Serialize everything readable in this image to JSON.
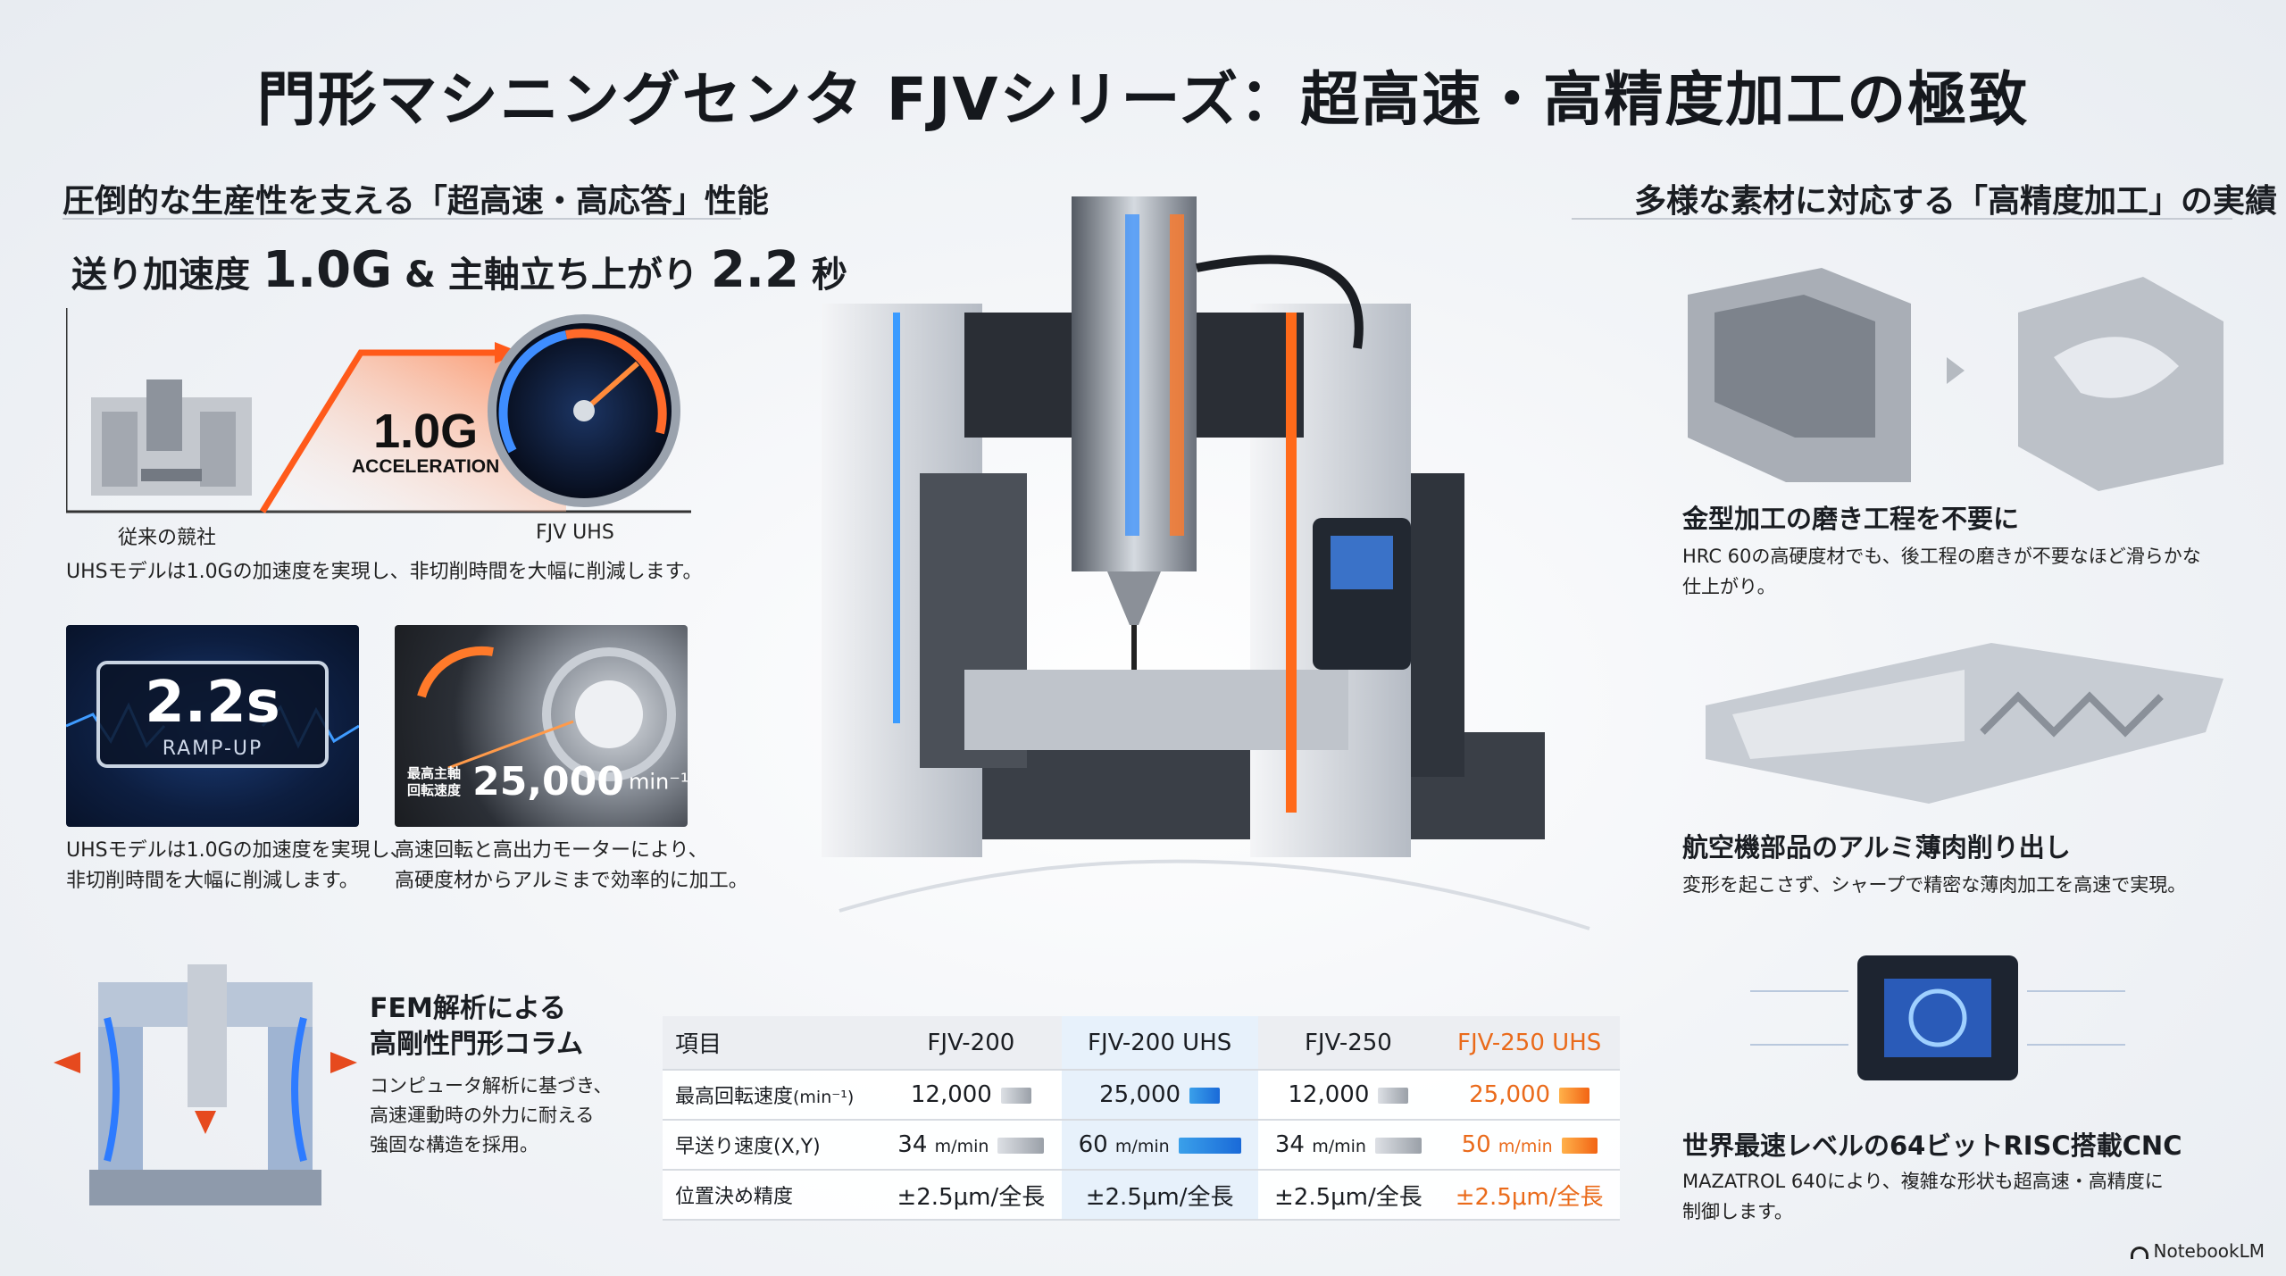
{
  "title": "門形マシニングセンタ FJVシリーズ：超高速・高精度加工の極致",
  "left": {
    "heading": "圧倒的な生産性を支える「超高速・高応答」性能",
    "feature_prefix": "送り加速度",
    "feature_value1": "1.0G",
    "feature_amp": "&",
    "feature_mid": "主軸立ち上がり",
    "feature_value2": "2.2",
    "feature_suffix": "秒",
    "accel_value": "1.0G",
    "accel_label": "ACCELERATION",
    "old_machine_label": "従来の競社",
    "new_machine_label": "FJV UHS",
    "accel_desc": "UHSモデルは1.0Gの加速度を実現し、非切削時間を大幅に削減します。",
    "ramp_value": "2.2s",
    "ramp_label": "RAMP-UP",
    "rpm_small_1": "最高主軸",
    "rpm_small_2": "回転速度",
    "rpm_value": "25,000",
    "rpm_unit": "min⁻¹",
    "ramp_desc_1": "UHSモデルは1.0Gの加速度を実現し、",
    "ramp_desc_2": "非切削時間を大幅に削減します。",
    "spindle_desc_1": "高速回転と高出力モーターにより、",
    "spindle_desc_2": "高硬度材からアルミまで効率的に加工。",
    "fem_title_1": "FEM解析による",
    "fem_title_2": "高剛性門形コラム",
    "fem_desc_1": "コンピュータ解析に基づき、",
    "fem_desc_2": "高速運動時の外力に耐える",
    "fem_desc_3": "強固な構造を採用。"
  },
  "right": {
    "heading": "多様な素材に対応する「高精度加工」の実績",
    "mold_title": "金型加工の磨き工程を不要に",
    "mold_desc_1": "HRC 60の高硬度材でも、後工程の磨きが不要なほど滑らかな",
    "mold_desc_2": "仕上がり。",
    "aero_title": "航空機部品のアルミ薄肉削り出し",
    "aero_desc": "変形を起こさず、シャープで精密な薄肉加工を高速で実現。",
    "cnc_title": "世界最速レベルの64ビットRISC搭載CNC",
    "cnc_desc_1": "MAZATROL 640により、複雑な形状も超高速・高精度に",
    "cnc_desc_2": "制御します。"
  },
  "table": {
    "header": [
      "項目",
      "FJV-200",
      "FJV-200 UHS",
      "FJV-250",
      "FJV-250 UHS"
    ],
    "rows": [
      {
        "item": "最高回転速度",
        "item_unit": "(min⁻¹)",
        "cells": [
          "12,000",
          "25,000",
          "12,000",
          "25,000"
        ],
        "units": [
          "",
          "",
          "",
          ""
        ]
      },
      {
        "item": "早送り速度(X,Y)",
        "item_unit": "",
        "cells": [
          "34",
          "60",
          "34",
          "50"
        ],
        "units": [
          "m/min",
          "m/min",
          "m/min",
          "m/min"
        ]
      },
      {
        "item": "位置決め精度",
        "item_unit": "",
        "cells": [
          "±2.5μm/全長",
          "±2.5μm/全長",
          "±2.5μm/全長",
          "±2.5μm/全長"
        ],
        "units": [
          "",
          "",
          "",
          ""
        ]
      }
    ]
  },
  "logo": "NotebookLM",
  "colors": {
    "accent_orange": "#f26414",
    "accent_blue": "#1a6ad8",
    "dark_navy": "#0d1e40"
  },
  "icons": [
    "speedometer-icon",
    "machine-tool-icon",
    "spindle-icon",
    "brain-chip-icon",
    "notebooklm-logo-icon"
  ]
}
